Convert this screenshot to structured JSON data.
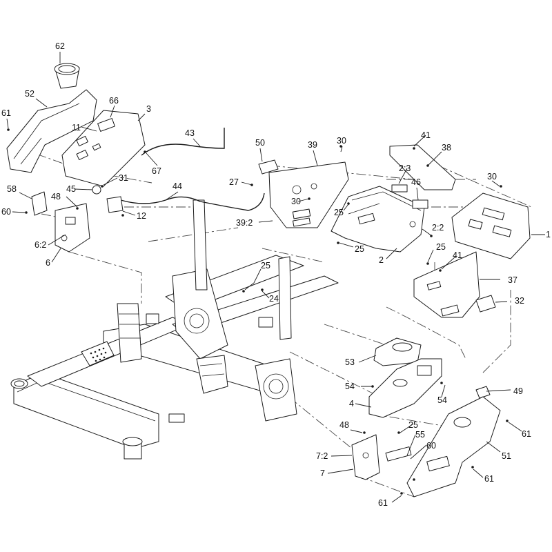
{
  "callouts": {
    "c62": "62",
    "c52": "52",
    "c66": "66",
    "c3": "3",
    "c61a": "61",
    "c11": "11",
    "c43": "43",
    "c67": "67",
    "c31": "31",
    "c45": "45",
    "c58": "58",
    "c48a": "48",
    "c60a": "60",
    "c12": "12",
    "c44": "44",
    "c6_2": "6:2",
    "c6": "6",
    "c50": "50",
    "c39": "39",
    "c30a": "30",
    "c27": "27",
    "c30b": "30",
    "c39_2": "39:2",
    "c41a": "41",
    "c38": "38",
    "c2_3": "2:3",
    "c46": "46",
    "c30c": "30",
    "c1": "1",
    "c25a": "25",
    "c25b": "25",
    "c2_2": "2:2",
    "c25c": "25",
    "c2": "2",
    "c41b": "41",
    "c37": "37",
    "c32": "32",
    "c25d": "25",
    "c24": "24",
    "c53": "53",
    "c54a": "54",
    "c54b": "54",
    "c49": "49",
    "c4": "4",
    "c61b": "61",
    "c25e": "25",
    "c48b": "48",
    "c55": "55",
    "c60b": "60",
    "c51": "51",
    "c7_2": "7:2",
    "c7": "7",
    "c61c": "61",
    "c61d": "61"
  }
}
